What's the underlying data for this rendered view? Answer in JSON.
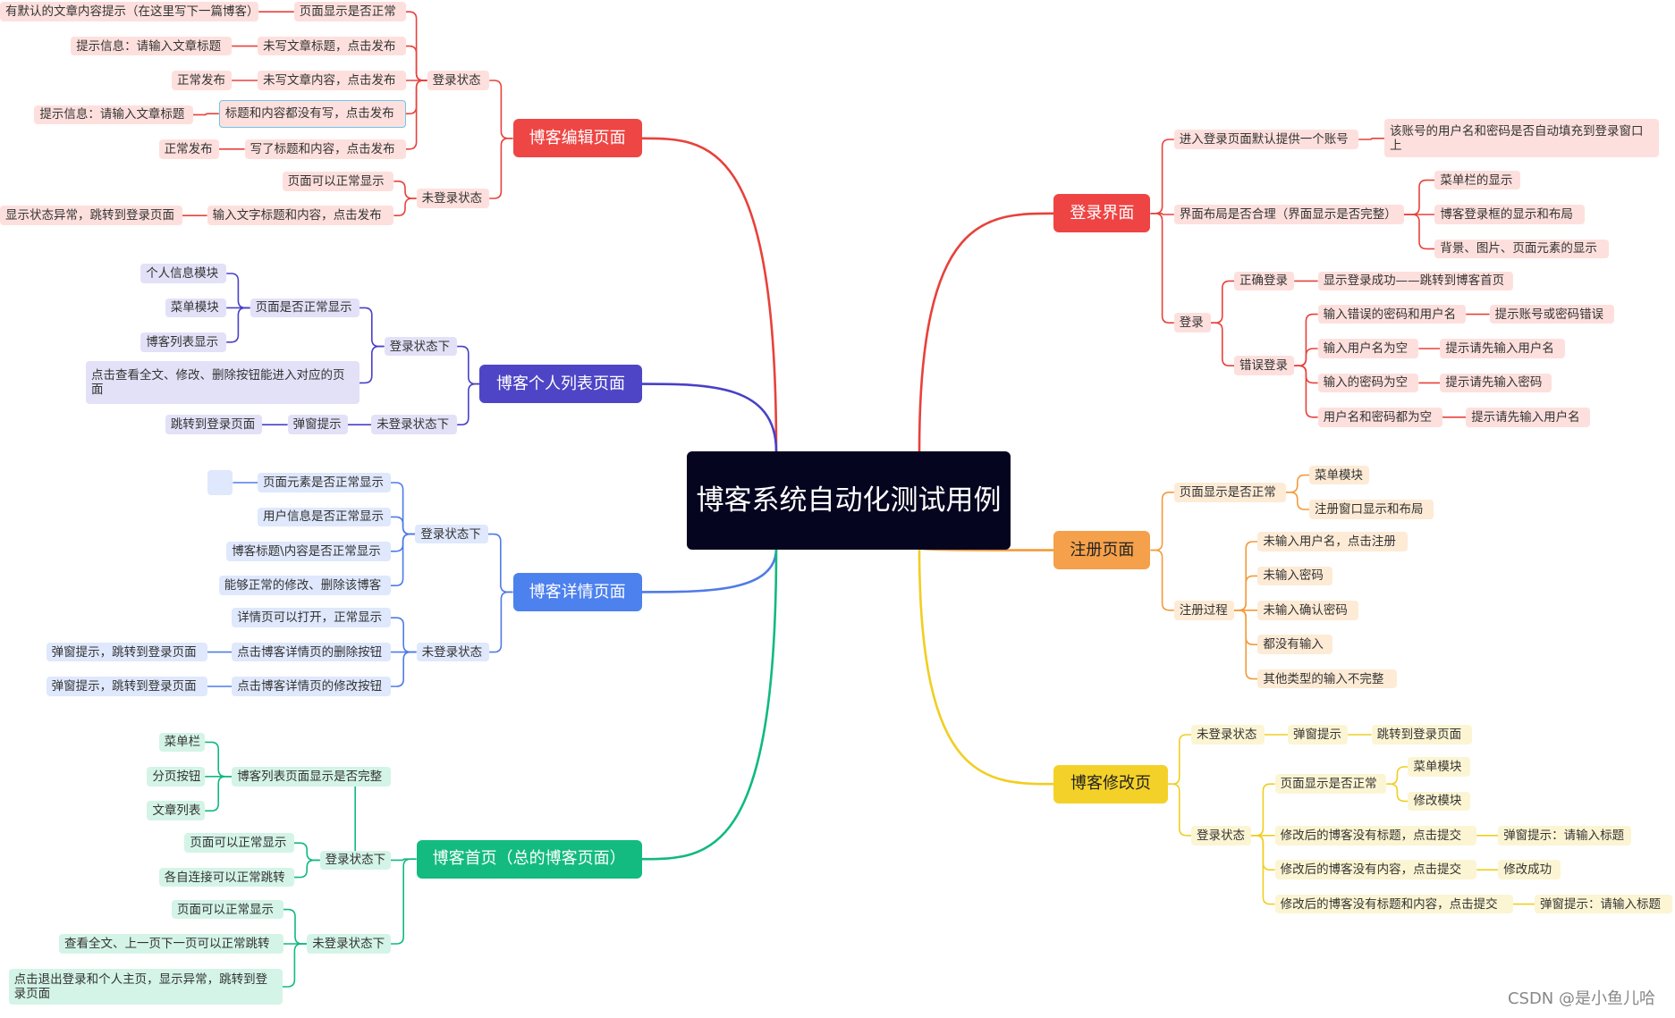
{
  "root": "博客系统自动化测试用例",
  "watermark": "CSDN @是小鱼儿哈",
  "colors": {
    "red": "#e8413b",
    "indigo": "#4840c8",
    "blue": "#4f7be6",
    "green": "#10b981",
    "orange": "#f39b3c",
    "yellow": "#f1ce21"
  },
  "branches": [
    {
      "id": "edit",
      "label": "博客编辑页面",
      "color": "#ee4644",
      "light": "#fde0dd",
      "line": "#e8413b"
    },
    {
      "id": "personal",
      "label": "博客个人列表页面",
      "color": "#4e45c6",
      "light": "#e3e1f7",
      "line": "#4840c8"
    },
    {
      "id": "detail",
      "label": "博客详情页面",
      "color": "#4d81ee",
      "light": "#dfe8fc",
      "line": "#4f7be6"
    },
    {
      "id": "home",
      "label": "博客首页（总的博客页面）",
      "color": "#14bb80",
      "light": "#d4f4e8",
      "line": "#10b981"
    },
    {
      "id": "login",
      "label": "登录界面",
      "color": "#ef4444",
      "light": "#fde0dd",
      "line": "#e8413b"
    },
    {
      "id": "register",
      "label": "注册页面",
      "color": "#f5a04a",
      "light": "#fdebd6",
      "line": "#f39b3c",
      "dark": true
    },
    {
      "id": "modify",
      "label": "博客修改页",
      "color": "#f4d128",
      "light": "#fcf5d3",
      "line": "#f1ce21",
      "dark": true
    }
  ],
  "nodes": {
    "edit": [
      "有默认的文章内容提示（在这里写下一篇博客）",
      "页面显示是否正常",
      "提示信息：请输入文章标题",
      "未写文章标题，点击发布",
      "正常发布",
      "未写文章内容，点击发布",
      "提示信息：请输入文章标题",
      "标题和内容都没有写，点击发布",
      "正常发布",
      "写了标题和内容，点击发布",
      "登录状态",
      "页面可以正常显示",
      "未登录状态",
      "显示状态异常，跳转到登录页面",
      "输入文字标题和内容，点击发布"
    ],
    "personal": [
      "个人信息模块",
      "菜单模块",
      "博客列表显示",
      "页面是否正常显示",
      "点击查看全文、修改、删除按钮能进入对应的页面",
      "登录状态下",
      "跳转到登录页面",
      "弹窗提示",
      "未登录状态下"
    ],
    "detail": [
      "",
      "页面元素是否正常显示",
      "用户信息是否正常显示",
      "博客标题\\内容是否正常显示",
      "能够正常的修改、删除该博客",
      "登录状态下",
      "详情页可以打开，正常显示",
      "弹窗提示，跳转到登录页面",
      "点击博客详情页的删除按钮",
      "弹窗提示，跳转到登录页面",
      "点击博客详情页的修改按钮",
      "未登录状态"
    ],
    "home": [
      "菜单栏",
      "分页按钮",
      "文章列表",
      "博客列表页面显示是否完整",
      "页面可以正常显示",
      "各自连接可以正常跳转",
      "登录状态下",
      "页面可以正常显示",
      "查看全文、上一页下一页可以正常跳转",
      "点击退出登录和个人主页，显示异常，跳转到登录页面",
      "未登录状态下"
    ],
    "login": [
      "进入登录页面默认提供一个账号",
      "该账号的用户名和密码是否自动填充到登录窗口上",
      "界面布局是否合理（界面显示是否完整）",
      "菜单栏的显示",
      "博客登录框的显示和布局",
      "背景、图片、页面元素的显示",
      "登录",
      "正确登录",
      "显示登录成功——跳转到博客首页",
      "错误登录",
      "输入错误的密码和用户名",
      "提示账号或密码错误",
      "输入用户名为空",
      "提示请先输入用户名",
      "输入的密码为空",
      "提示请先输入密码",
      "用户名和密码都为空",
      "提示请先输入用户名"
    ],
    "register": [
      "页面显示是否正常",
      "菜单模块",
      "注册窗口显示和布局",
      "注册过程",
      "未输入用户名，点击注册",
      "未输入密码",
      "未输入确认密码",
      "都没有输入",
      "其他类型的输入不完整"
    ],
    "modify": [
      "未登录状态",
      "弹窗提示",
      "跳转到登录页面",
      "登录状态",
      "页面显示是否正常",
      "菜单模块",
      "修改模块",
      "修改后的博客没有标题，点击提交",
      "弹窗提示：请输入标题",
      "修改后的博客没有内容，点击提交",
      "修改成功",
      "修改后的博客没有标题和内容，点击提交",
      "弹窗提示：请输入标题"
    ]
  }
}
